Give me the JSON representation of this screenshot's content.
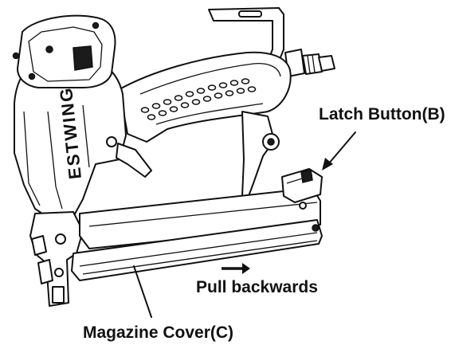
{
  "figure": {
    "brand_text": "ESTWING",
    "labels": {
      "latch_button": "Latch Button(B)",
      "pull_backwards": "Pull backwards",
      "magazine_cover": "Magazine Cover(C)"
    },
    "colors": {
      "line": "#111111",
      "background": "#ffffff"
    },
    "icons": [
      "pointer-arrow-icon",
      "right-arrow-icon"
    ]
  }
}
